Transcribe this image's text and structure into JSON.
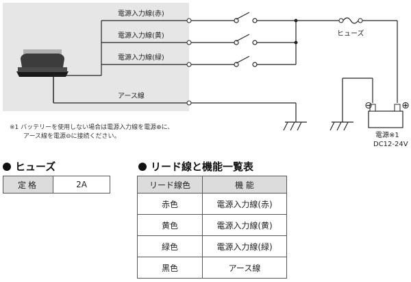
{
  "diagram": {
    "wires": [
      {
        "label": "電源入力線(赤)"
      },
      {
        "label": "電源入力線(黄)"
      },
      {
        "label": "電源入力線(緑)"
      },
      {
        "label": "アース線"
      }
    ],
    "fuse_label": "ヒューズ",
    "power_label": "電源※1",
    "power_voltage": "DC12-24V",
    "minus_symbol": "⊖",
    "plus_symbol": "⊕"
  },
  "note": {
    "line1": "※1 バッテリーを使用しない場合は電源入力線を電源⊕に、",
    "line2": "アース線を電源⊖に接続ください。"
  },
  "fuse_section": {
    "title": "ヒューズ",
    "header": "定格",
    "value": "2A"
  },
  "lead_section": {
    "title": "リード線と機能一覧表",
    "headers": [
      "リード線色",
      "機 能"
    ],
    "rows": [
      [
        "赤色",
        "電源入力線(赤)"
      ],
      [
        "黄色",
        "電源入力線(黄)"
      ],
      [
        "緑色",
        "電源入力線(緑)"
      ],
      [
        "黒色",
        "アース線"
      ]
    ]
  }
}
